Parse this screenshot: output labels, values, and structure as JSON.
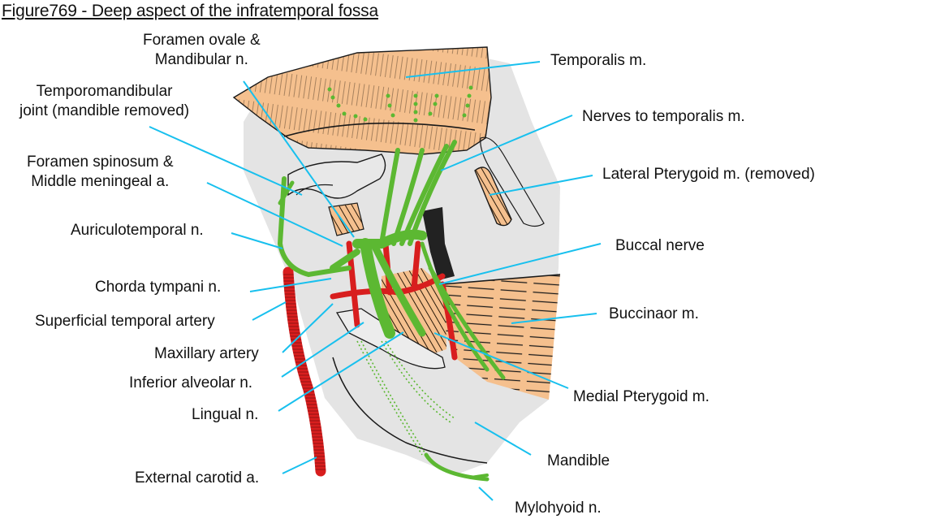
{
  "figure": {
    "title": "Figure769 - Deep aspect of the infratemporal fossa"
  },
  "colors": {
    "muscle": "#f5c08e",
    "bone_bg": "#e4e4e4",
    "nerve": "#5cb832",
    "artery": "#d81e1e",
    "leader": "#18c0ee",
    "outline": "#1a1a1a"
  },
  "labels": {
    "left": [
      {
        "id": "foramen-ovale",
        "text_lines": [
          "Foramen ovale &",
          "Mandibular n."
        ]
      },
      {
        "id": "tmj",
        "text_lines": [
          "Temporomandibular",
          "joint (mandible removed)"
        ]
      },
      {
        "id": "foramen-spinosum",
        "text_lines": [
          "Foramen spinosum &",
          "Middle meningeal a."
        ]
      },
      {
        "id": "auriculotemporal",
        "text": "Auriculotemporal n."
      },
      {
        "id": "chorda-tympani",
        "text": "Chorda tympani n."
      },
      {
        "id": "superficial-temporal",
        "text": "Superficial temporal artery"
      },
      {
        "id": "maxillary-artery",
        "text": "Maxillary artery"
      },
      {
        "id": "inferior-alveolar",
        "text": "Inferior alveolar n."
      },
      {
        "id": "lingual",
        "text": "Lingual n."
      },
      {
        "id": "external-carotid",
        "text": "External carotid a."
      }
    ],
    "right": [
      {
        "id": "temporalis",
        "text": "Temporalis m."
      },
      {
        "id": "nerves-temporalis",
        "text": "Nerves to temporalis m."
      },
      {
        "id": "lateral-pterygoid",
        "text": "Lateral Pterygoid m. (removed)"
      },
      {
        "id": "buccal-nerve",
        "text": "Buccal nerve"
      },
      {
        "id": "buccinator",
        "text": "Buccinaor m."
      },
      {
        "id": "medial-pterygoid",
        "text": "Medial Pterygoid m."
      },
      {
        "id": "mandible",
        "text": "Mandible"
      },
      {
        "id": "mylohyoid",
        "text": "Mylohyoid n."
      }
    ]
  }
}
